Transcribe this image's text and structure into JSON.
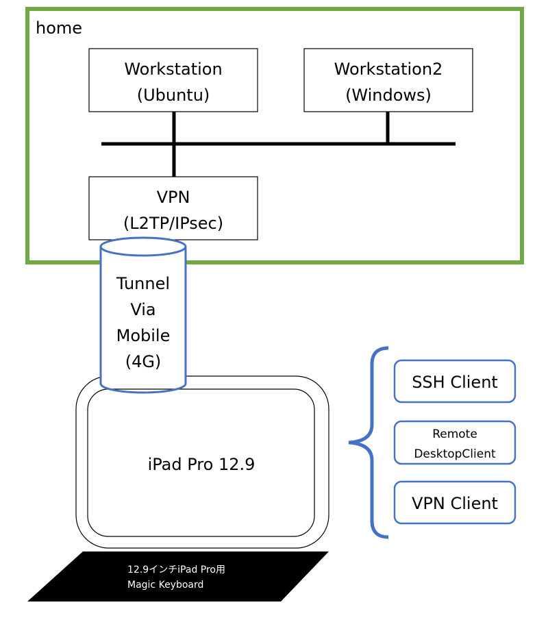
{
  "colors": {
    "home_border": "#70a844",
    "tunnel": "#4472c4",
    "client_border": "#4472c4",
    "brace": "#4472c4",
    "line": "#000000",
    "keyboard": "#000000"
  },
  "home": {
    "label": "home"
  },
  "workstation1": {
    "line1": "Workstation",
    "line2": "(Ubuntu)"
  },
  "workstation2": {
    "line1": "Workstation2",
    "line2": "(Windows)"
  },
  "vpn": {
    "line1": "VPN",
    "line2": "(L2TP/IPsec)"
  },
  "tunnel": {
    "line1": "Tunnel",
    "line2": "Via",
    "line3": "Mobile",
    "line4": "(4G)"
  },
  "ipad": {
    "label": "iPad Pro 12.9"
  },
  "keyboard": {
    "line1": "12.9インチiPad Pro用",
    "line2": "Magic Keyboard"
  },
  "clients": {
    "ssh": "SSH Client",
    "remote_line1": "Remote",
    "remote_line2": "DesktopClient",
    "vpn": "VPN Client"
  }
}
